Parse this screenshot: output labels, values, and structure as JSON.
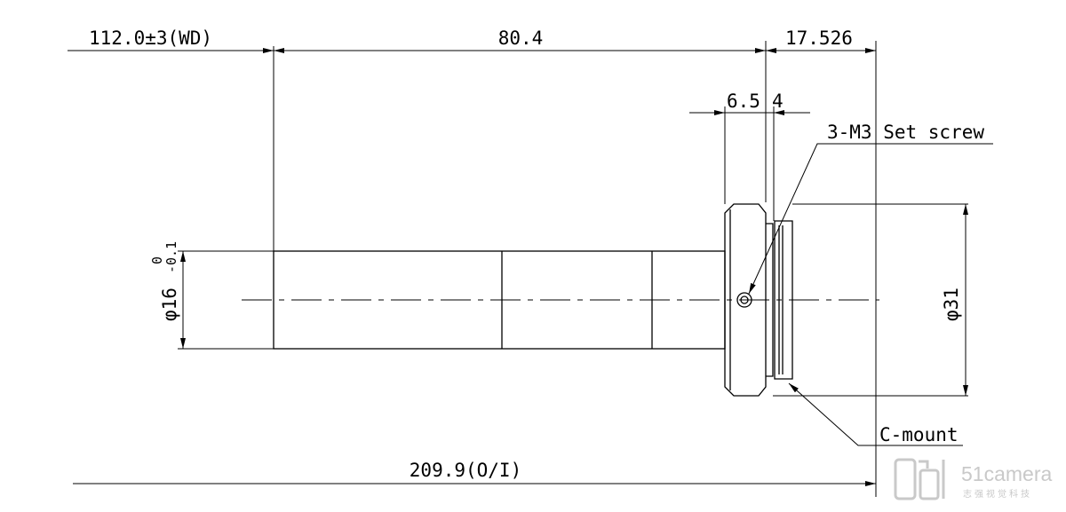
{
  "dimensions": {
    "working_distance": "112.0±3(WD)",
    "body_length": "80.4",
    "flange_back": "17.526",
    "collar_width": "6.5",
    "thread_width": "4",
    "overall_length": "209.9(O/I)",
    "front_diameter": "φ16",
    "front_diameter_tol_upper": "0",
    "front_diameter_tol_lower": "-0.1",
    "mount_diameter": "φ31"
  },
  "callouts": {
    "set_screw": "3-M3 Set screw",
    "mount": "C-mount"
  },
  "watermark": {
    "name": "51camera",
    "subtitle": "志强视觉科技"
  },
  "colors": {
    "line": "#000000",
    "watermark": "#c9c9c9"
  }
}
